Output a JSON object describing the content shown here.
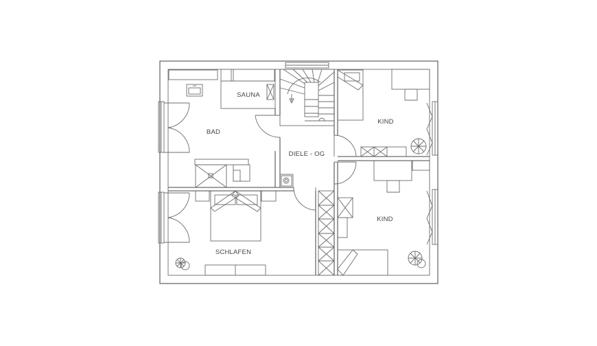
{
  "floorplan": {
    "rooms": {
      "sauna": "SAUNA",
      "bad": "BAD",
      "diele": "DIELE - OG",
      "kind_top": "KIND",
      "kind_bottom": "KIND",
      "schlafen": "SCHLAFEN"
    }
  }
}
